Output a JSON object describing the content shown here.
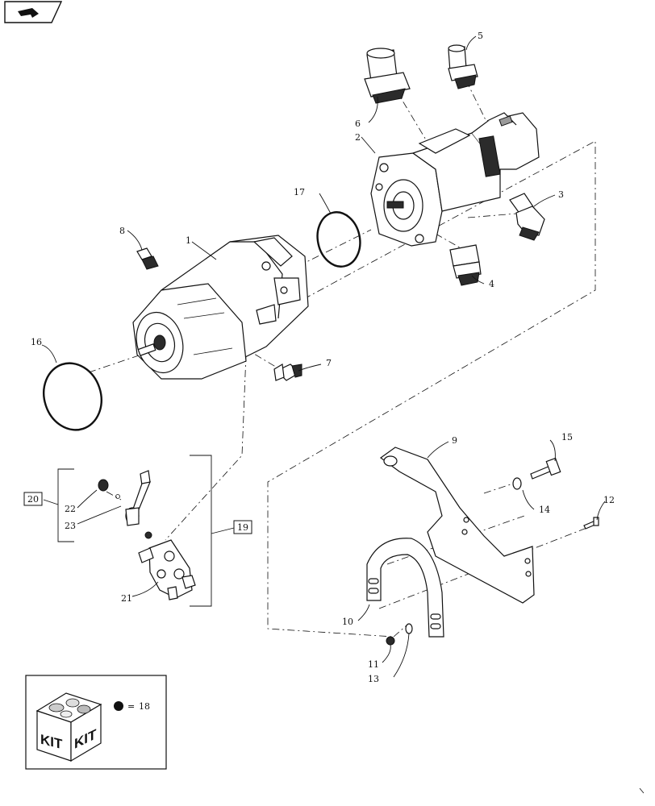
{
  "callouts": {
    "c1": "1",
    "c2": "2",
    "c3": "3",
    "c4": "4",
    "c5": "5",
    "c6": "6",
    "c7": "7",
    "c8": "8",
    "c9": "9",
    "c10": "10",
    "c11": "11",
    "c12": "12",
    "c13": "13",
    "c14": "14",
    "c15": "15",
    "c16": "16",
    "c17": "17",
    "c19": "19",
    "c20": "20",
    "c21": "21",
    "c22": "22",
    "c23": "23"
  },
  "kit": {
    "box_label_left": "KIT",
    "box_label_right": "KIT",
    "equals": "=",
    "item": "18"
  },
  "nav_icon": "next-page-arrow-icon"
}
